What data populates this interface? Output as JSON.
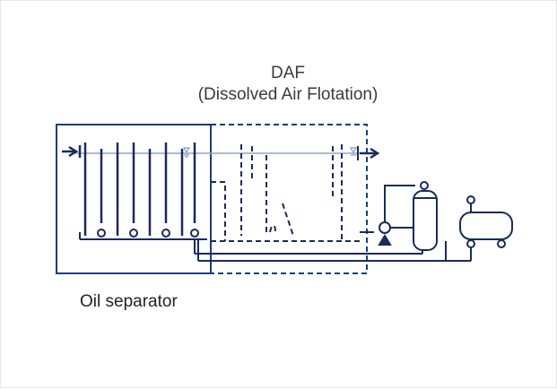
{
  "title": {
    "main": "DAF",
    "subtitle": "(Dissolved Air Flotation)"
  },
  "labels": {
    "oil_separator": "Oil separator"
  },
  "colors": {
    "solid_stroke": "#1b3d7c",
    "dark_stroke": "#1a2a5a",
    "water_line": "#8fa6c8",
    "text": "#333333"
  },
  "icons": [
    "inlet-arrow-icon",
    "outlet-arrow-icon",
    "water-level-icon",
    "pump-icon",
    "pressure-tank-icon",
    "air-compressor-icon",
    "pressure-gauge-icon"
  ]
}
